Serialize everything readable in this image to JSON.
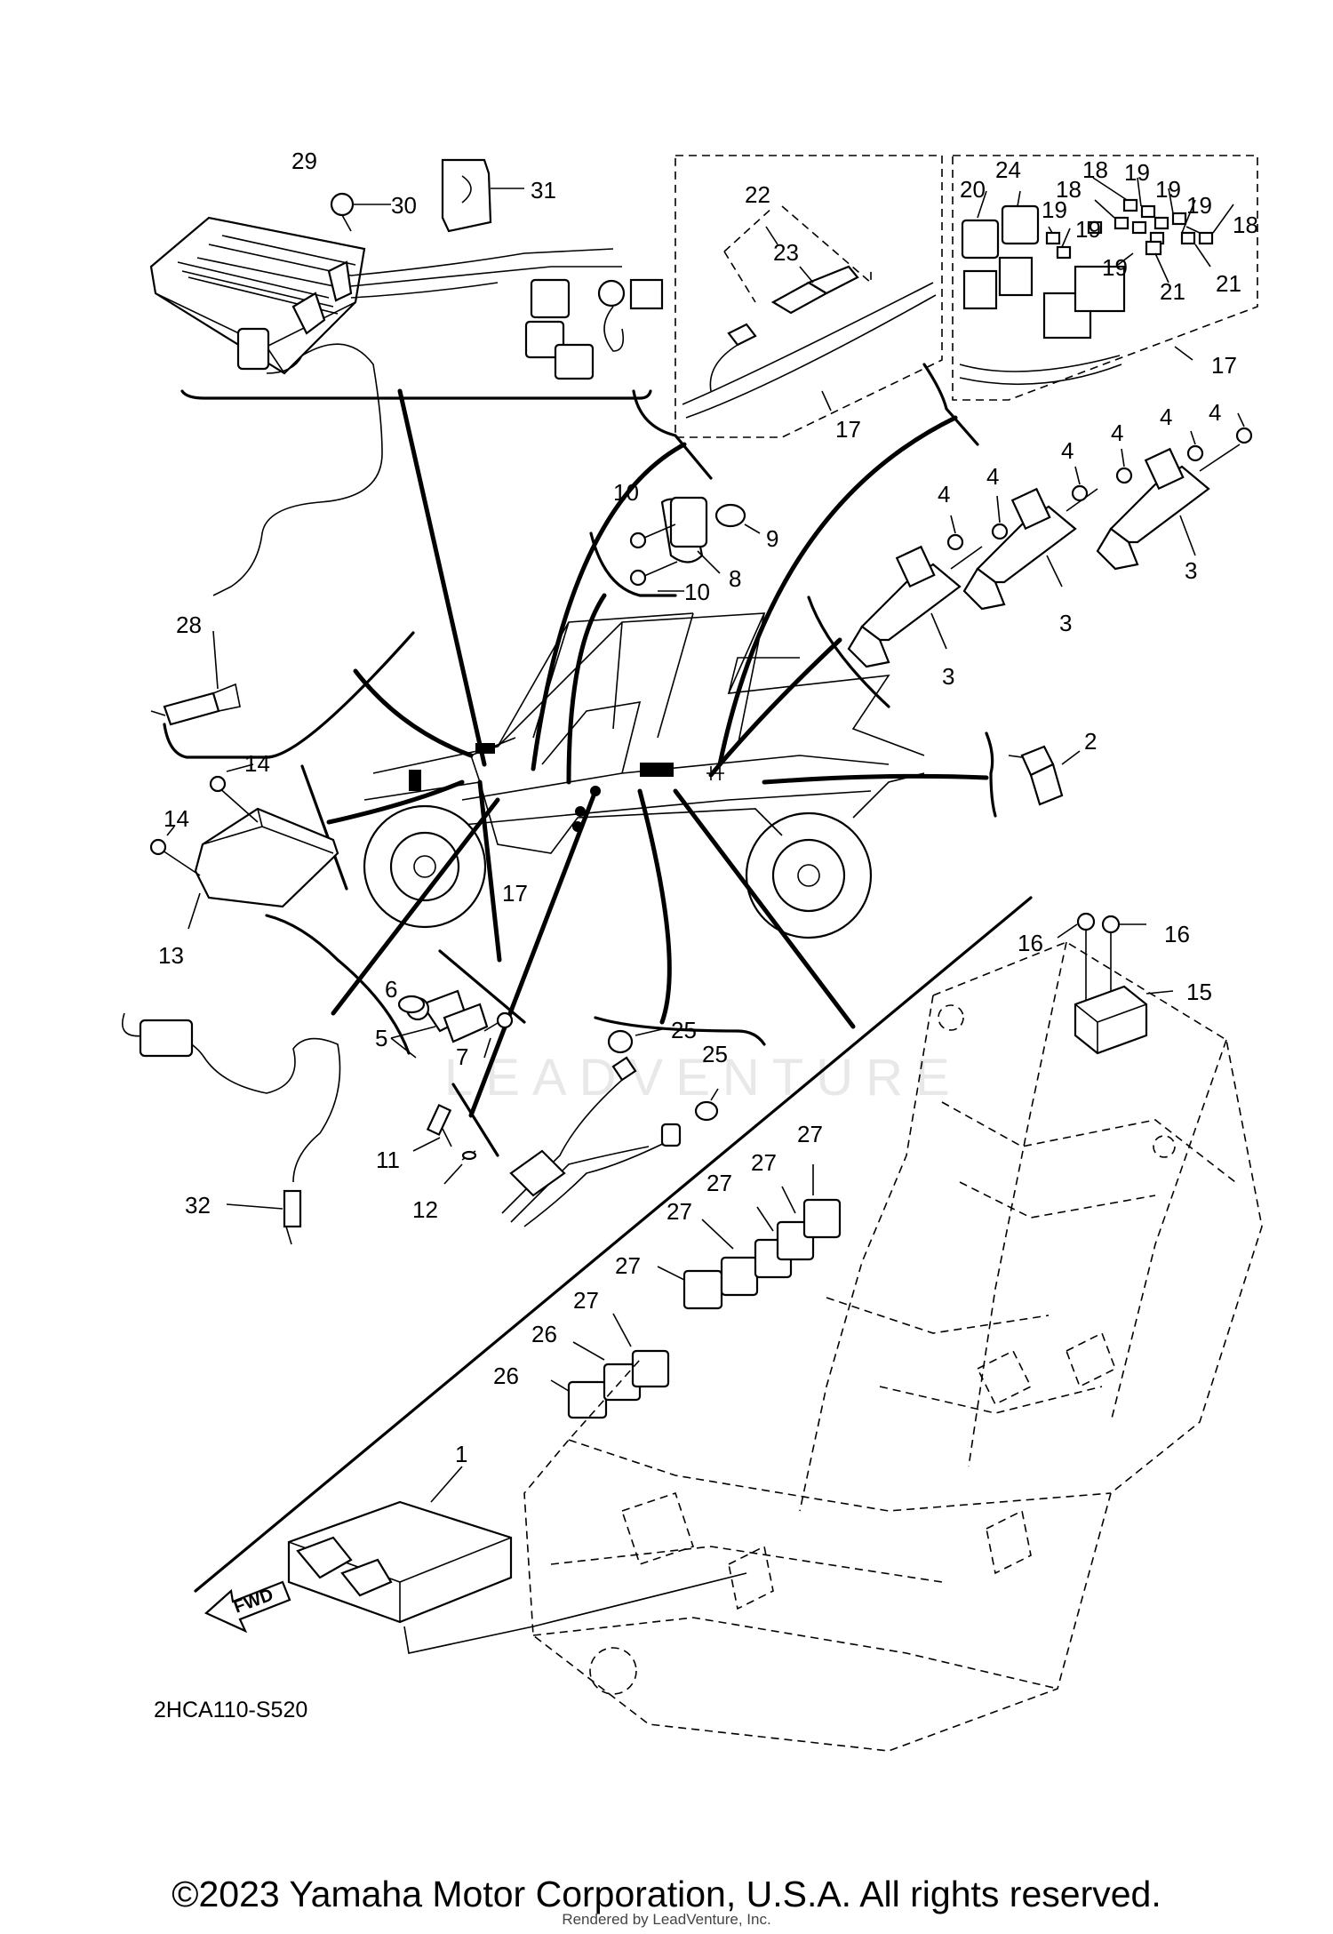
{
  "diagram_code": "2HCA110-S520",
  "fwd_label": "FWD",
  "watermark": "LEADVENTURE",
  "copyright": "©2023 Yamaha Motor Corporation, U.S.A. All rights reserved.",
  "rendered_by": "Rendered by LeadVenture, Inc.",
  "callouts": {
    "c1": "1",
    "c2": "2",
    "c3a": "3",
    "c3b": "3",
    "c3c": "3",
    "c4a": "4",
    "c4b": "4",
    "c4c": "4",
    "c4d": "4",
    "c4e": "4",
    "c4f": "4",
    "c5": "5",
    "c6": "6",
    "c7": "7",
    "c8": "8",
    "c9": "9",
    "c10a": "10",
    "c10b": "10",
    "c11": "11",
    "c12": "12",
    "c13": "13",
    "c14a": "14",
    "c14b": "14",
    "c15": "15",
    "c16a": "16",
    "c16b": "16",
    "c17a": "17",
    "c17b": "17",
    "c17c": "17",
    "c18a": "18",
    "c18b": "18",
    "c18c": "18",
    "c19a": "19",
    "c19b": "19",
    "c19c": "19",
    "c19d": "19",
    "c19e": "19",
    "c20": "20",
    "c21a": "21",
    "c21b": "21",
    "c22": "22",
    "c23": "23",
    "c24": "24",
    "c25a": "25",
    "c25b": "25",
    "c26a": "26",
    "c26b": "26",
    "c27a": "27",
    "c27b": "27",
    "c27c": "27",
    "c27d": "27",
    "c27e": "27",
    "c27f": "27",
    "c28": "28",
    "c29": "29",
    "c30": "30",
    "c31": "31",
    "c32": "32"
  }
}
